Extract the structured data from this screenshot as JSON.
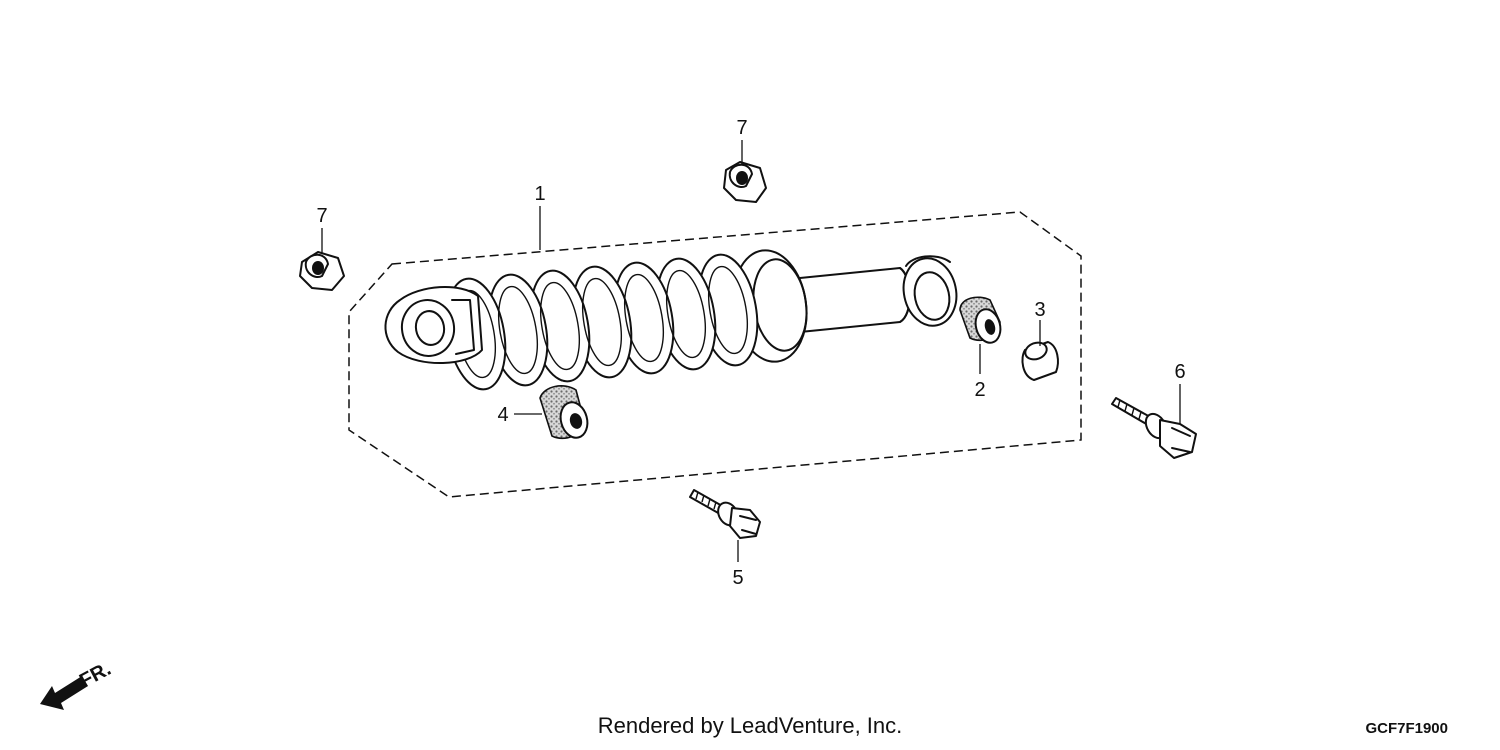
{
  "callouts": {
    "shock_absorber": "1",
    "bushing_upper": "2",
    "collar": "3",
    "bushing_lower": "4",
    "bolt_lower": "5",
    "bolt_upper": "6",
    "nut_top": "7",
    "nut_left": "7"
  },
  "direction_label": "FR.",
  "footer": {
    "credit": "Rendered by LeadVenture, Inc.",
    "diagram_code": "GCF7F1900"
  }
}
